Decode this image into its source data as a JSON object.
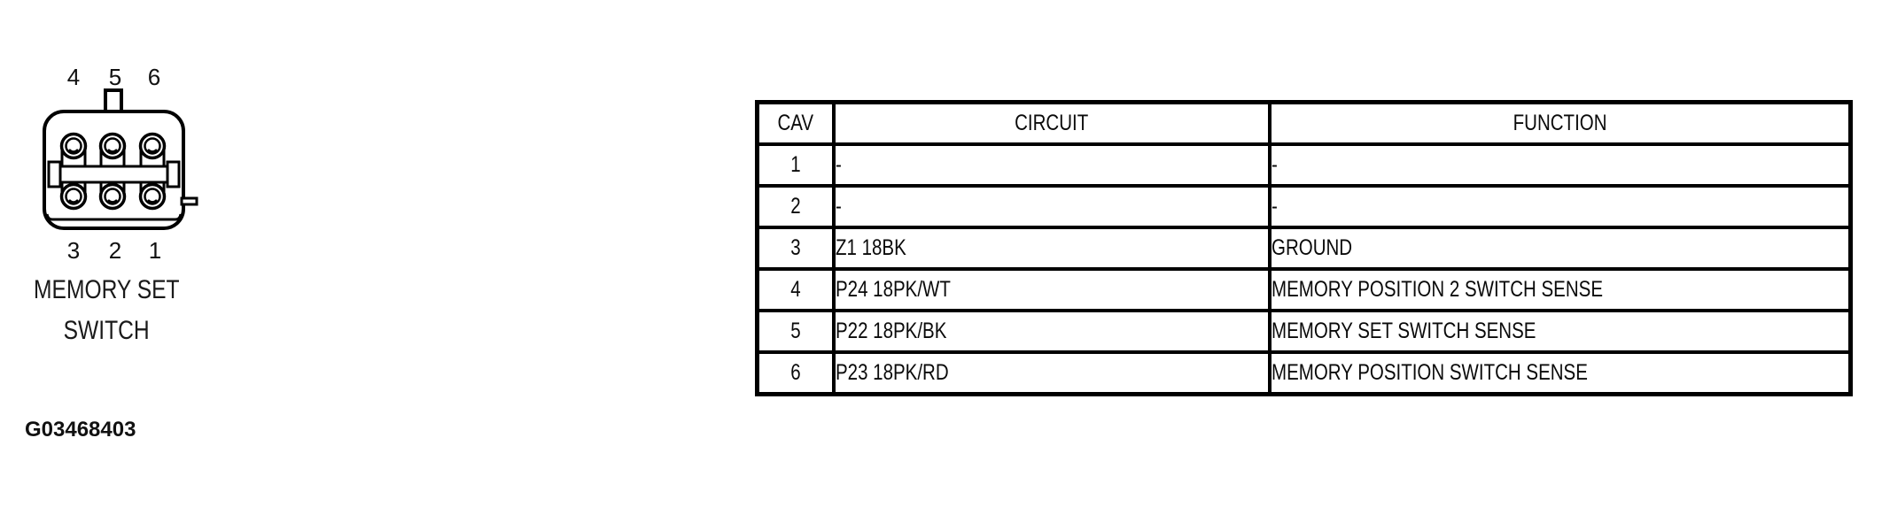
{
  "figure": {
    "connector": {
      "top_pin_labels": [
        "4",
        "5",
        "6"
      ],
      "bottom_pin_labels": [
        "3",
        "2",
        "1"
      ],
      "caption_line1": "MEMORY SET",
      "caption_line2": "SWITCH"
    },
    "figure_code": "G03468403"
  },
  "pinout_table": {
    "headers": {
      "cav": "CAV",
      "circuit": "CIRCUIT",
      "function": "FUNCTION"
    },
    "rows": [
      {
        "cav": "1",
        "circuit": "-",
        "function": "-"
      },
      {
        "cav": "2",
        "circuit": "-",
        "function": "-"
      },
      {
        "cav": "3",
        "circuit": "Z1 18BK",
        "function": "GROUND"
      },
      {
        "cav": "4",
        "circuit": "P24 18PK/WT",
        "function": "MEMORY POSITION 2 SWITCH SENSE"
      },
      {
        "cav": "5",
        "circuit": "P22 18PK/BK",
        "function": "MEMORY SET SWITCH SENSE"
      },
      {
        "cav": "6",
        "circuit": "P23 18PK/RD",
        "function": "MEMORY POSITION SWITCH SENSE"
      }
    ]
  },
  "colors": {
    "line": "#000000",
    "background": "#ffffff"
  }
}
